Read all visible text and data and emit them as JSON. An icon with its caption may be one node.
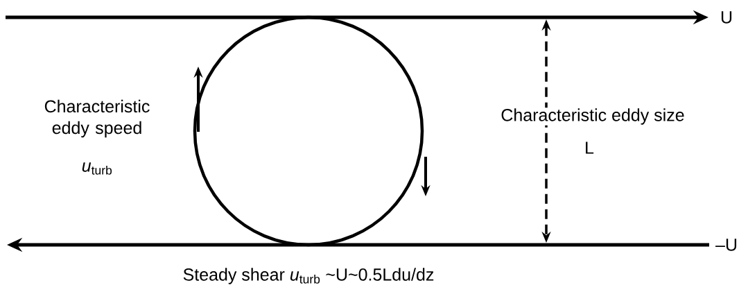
{
  "diagram": {
    "labels": [
      "U",
      "Characteristic eddy speed",
      "*u*$_{turb}$",
      "Characteristic eddy size",
      "L",
      "–U",
      "Steady shear *u*$_{turb}$ ~U~0.5Ldu/dz"
    ]
  }
}
